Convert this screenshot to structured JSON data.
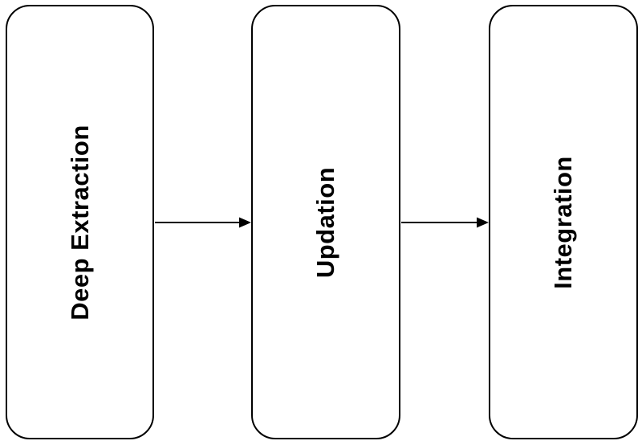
{
  "figure": {
    "type": "flow-diagram",
    "background_color": "#ffffff",
    "node_fill_color": "#ffffff",
    "node_border_color": "#000000",
    "label_color": "#000000",
    "nodes": [
      {
        "id": "deep-extraction",
        "label": "Deep Extraction"
      },
      {
        "id": "updation",
        "label": "Updation"
      },
      {
        "id": "integration",
        "label": "Integration"
      }
    ],
    "connections": [
      {
        "from": "Deep Extraction",
        "to": "Updation",
        "style": "solid-arrow-right"
      },
      {
        "from": "Updation",
        "to": "Integration",
        "style": "solid-arrow-right"
      }
    ]
  }
}
